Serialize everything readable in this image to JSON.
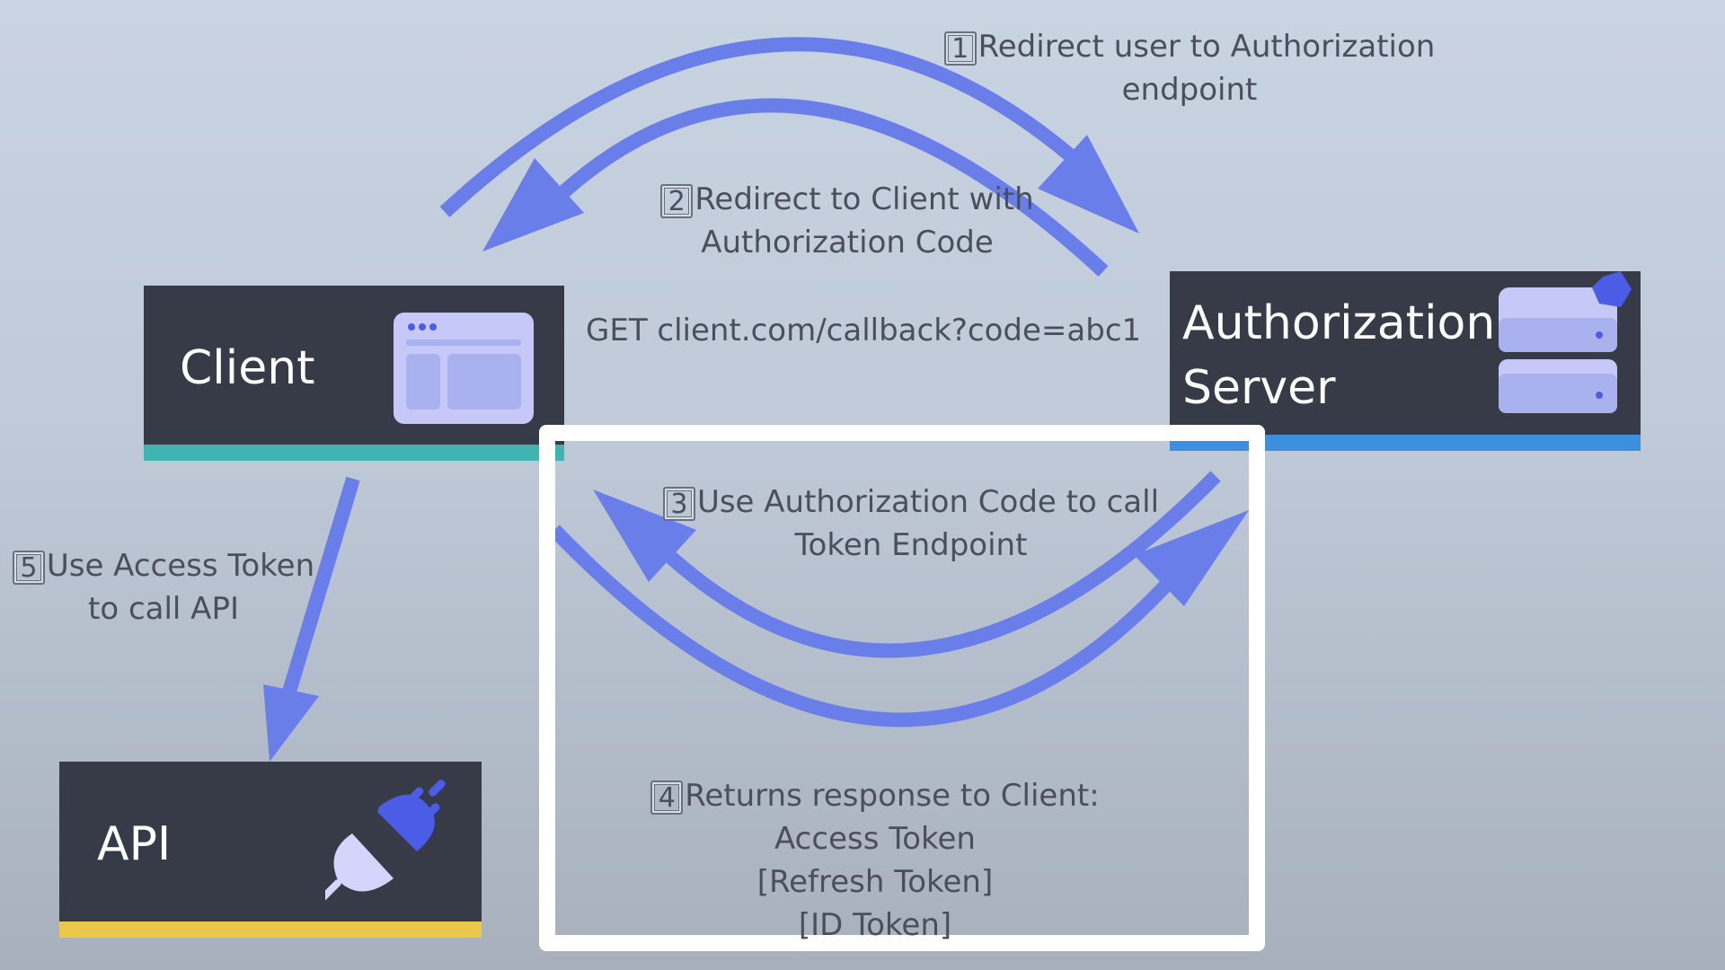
{
  "colors": {
    "background_top": "#c9d4e2",
    "background_bottom": "#a8b0bd",
    "box_fill": "#363b47",
    "arrow": "#6a7eea",
    "client_strip": "#3fb4b0",
    "auth_strip": "#3b8fde",
    "api_strip": "#e9c84a",
    "icon_light": "#c6c9f7",
    "icon_mid": "#a9b1ef",
    "icon_accent": "#4b5ce6",
    "highlight_border": "#ffffff"
  },
  "nodes": {
    "client": {
      "title": "Client",
      "icon": "browser-window-icon"
    },
    "auth_server": {
      "title_line1": "Authorization",
      "title_line2": "Server",
      "icon": "server-stack-icon"
    },
    "api": {
      "title": "API",
      "icon": "plug-icon"
    }
  },
  "steps": [
    {
      "number": "1",
      "line1": "Redirect user to Authorization",
      "line2": "endpoint"
    },
    {
      "number": "2",
      "line1": "Redirect to Client with",
      "line2": "Authorization Code"
    },
    {
      "number": "3",
      "line1": "Use Authorization Code to call",
      "line2": "Token Endpoint"
    },
    {
      "number": "4",
      "line1": "Returns response to Client:",
      "line2": "Access Token",
      "line3": "[Refresh Token]",
      "line4": "[ID Token]"
    },
    {
      "number": "5",
      "line1": "Use Access Token",
      "line2": "to call API"
    }
  ],
  "callback_url": "GET client.com/callback?code=abc1"
}
